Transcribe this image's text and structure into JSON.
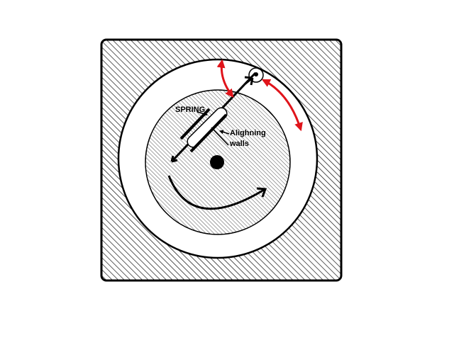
{
  "labels": {
    "spring": "SPRING",
    "aligning_line1": "Alighning",
    "aligning_line2": "walls"
  },
  "colors": {
    "outline": "#000000",
    "hatch": "#000000",
    "background": "#ffffff",
    "motion_arrow": "#e0141b"
  }
}
